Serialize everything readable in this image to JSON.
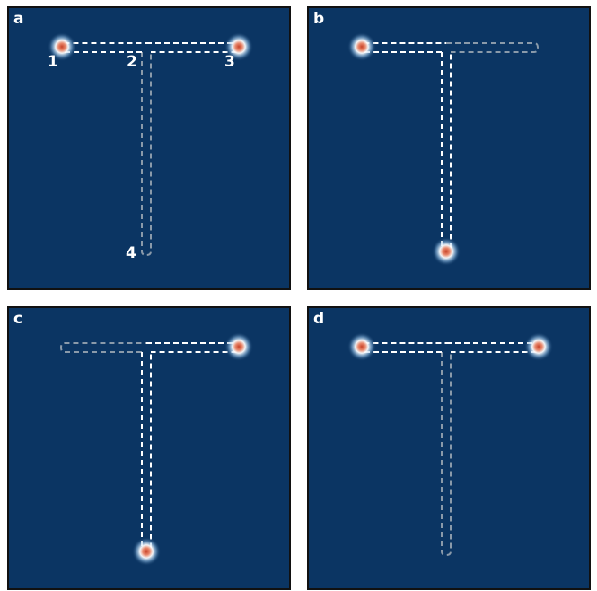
{
  "panels": [
    {
      "label": "a",
      "lit": {
        "top_left": true,
        "top_right": true,
        "stem": false
      },
      "spots": [
        "port_1",
        "port_3"
      ]
    },
    {
      "label": "b",
      "lit": {
        "top_left": true,
        "top_right": false,
        "stem": true
      },
      "spots": [
        "port_1",
        "port_4"
      ]
    },
    {
      "label": "c",
      "lit": {
        "top_left": false,
        "top_right": true,
        "stem": true
      },
      "spots": [
        "port_3",
        "port_4"
      ]
    },
    {
      "label": "d",
      "lit": {
        "top_left": true,
        "top_right": true,
        "stem": false
      },
      "spots": [
        "port_1",
        "port_3"
      ]
    }
  ],
  "port_labels": {
    "p1": "1",
    "p2": "2",
    "p3": "3",
    "p4": "4"
  },
  "colors": {
    "background": "#0b3563",
    "lit_path": "#ffffff",
    "dim_path": "#8a9aaa",
    "spot_core": "#c8432a",
    "spot_halo": "#ffffff"
  }
}
